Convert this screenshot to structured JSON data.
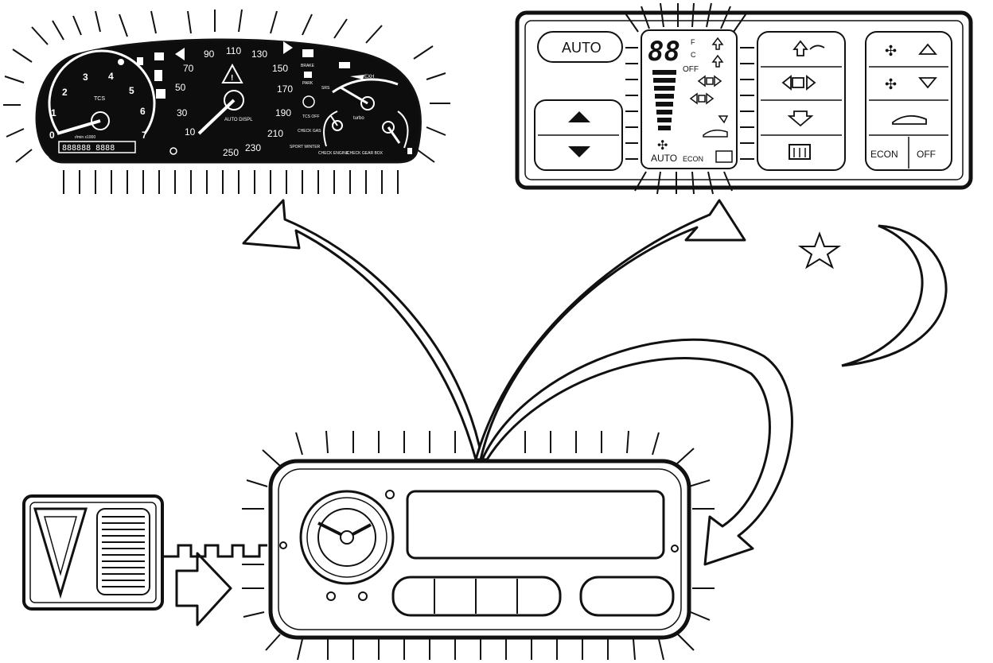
{
  "colors": {
    "ink": "#111111",
    "paper": "#ffffff"
  },
  "instrument_cluster": {
    "tach_numbers": [
      "0",
      "1",
      "2",
      "3",
      "4",
      "5",
      "6",
      "7"
    ],
    "tach_caption": "TCS",
    "tach_small": "r/min x1000",
    "odometer": "888888 8888",
    "speed_numbers": [
      "10",
      "30",
      "50",
      "70",
      "90",
      "110",
      "130",
      "150",
      "170",
      "190",
      "210",
      "230",
      "250"
    ],
    "speed_caption": "AUTO DISPL",
    "indicators": [
      "BRAKE",
      "PARK",
      "SRS",
      "TCS OFF",
      "CHECK GAS",
      "SPORT WINTER",
      "CHECK ENGINE",
      "CHECK GEAR BOX"
    ],
    "boost_caption": "turbo",
    "boost_label": "EXH"
  },
  "climate_panel": {
    "auto_button": "AUTO",
    "display_digits": "88",
    "display_units": [
      "F",
      "C"
    ],
    "display_off": "OFF",
    "display_auto": "AUTO",
    "display_econ": "ECON",
    "econ_button": "ECON",
    "off_button": "OFF"
  },
  "icons": [
    "fan-icon",
    "arrow-up-icon",
    "arrow-down-icon",
    "windshield-defrost-icon",
    "rear-defrost-icon",
    "recirculation-icon",
    "clock-icon",
    "warning-triangle-icon",
    "star-icon",
    "moon-icon",
    "light-sensor-icon",
    "signal-arrow-icon"
  ]
}
